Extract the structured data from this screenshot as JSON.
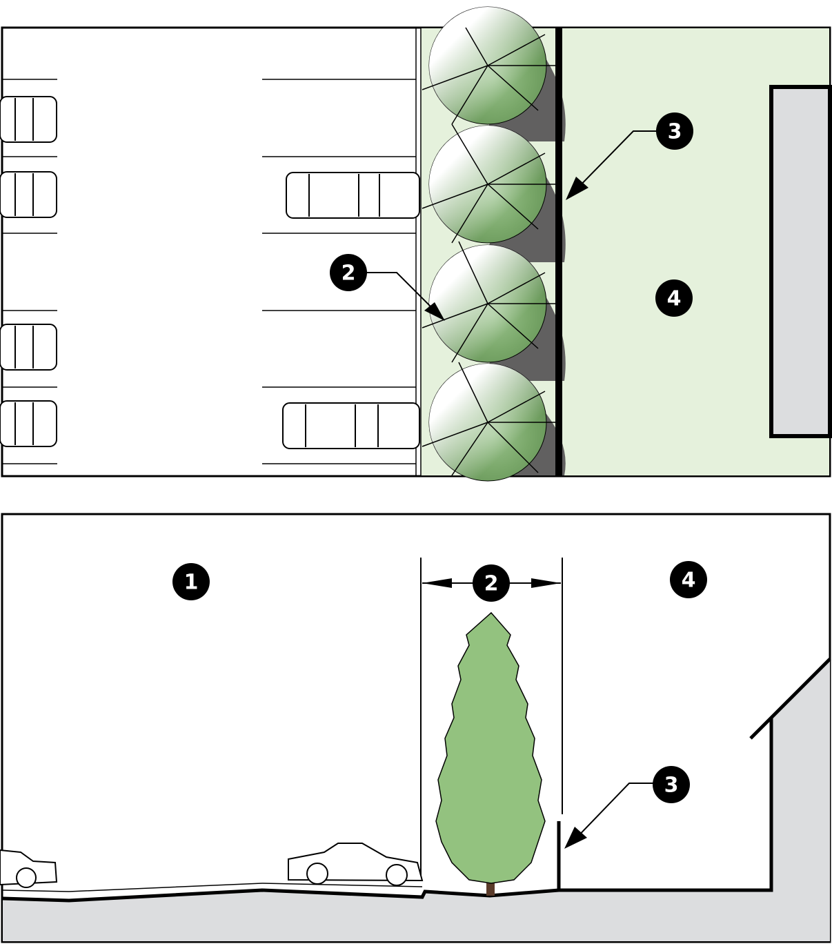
{
  "colors": {
    "buffer_green": "#e5f1dc",
    "tree_green": "#93c27f",
    "ground": "#dcdddf",
    "shadow": "#616060",
    "trunk": "#5a3b2a"
  },
  "plan": {
    "callouts": [
      {
        "label": "2"
      },
      {
        "label": "3"
      },
      {
        "label": "4"
      }
    ]
  },
  "section": {
    "callouts": [
      {
        "label": "1"
      },
      {
        "label": "2"
      },
      {
        "label": "3"
      },
      {
        "label": "4"
      }
    ]
  }
}
